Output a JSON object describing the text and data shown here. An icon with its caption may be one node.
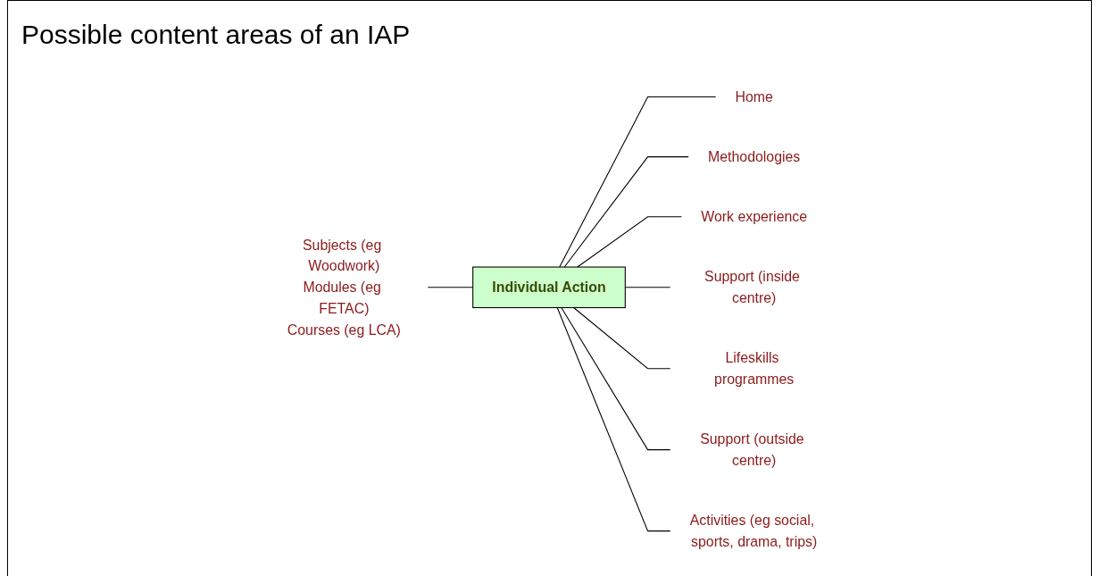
{
  "diagram": {
    "title": "Possible content areas of an IAP",
    "nodes": [
      {
        "text": [
          "Home"
        ]
      },
      {
        "text": [
          "Methodologies"
        ]
      },
      {
        "text": [
          "Subjects (eg Woodwork)",
          "Modules (eg FETAC)",
          "Courses (eg LCA)"
        ]
      },
      {
        "text": [
          "Work experience"
        ]
      },
      {
        "text": [
          "Individual Action"
        ]
      },
      {
        "text": [
          "Support (inside centre)"
        ]
      },
      {
        "text": [
          "Lifeskills programmes"
        ]
      },
      {
        "text": [
          "Support (outside centre)"
        ]
      },
      {
        "text": [
          "Activities (eg social, sports, drama, trips)"
        ]
      }
    ],
    "edges": [
      {
        "from": 4,
        "to": 0,
        "arrow": "none"
      },
      {
        "from": 4,
        "to": 1,
        "arrow": "none"
      },
      {
        "from": 2,
        "to": 4,
        "arrow": "none"
      },
      {
        "from": 4,
        "to": 3,
        "arrow": "none"
      },
      {
        "from": 4,
        "to": 5,
        "arrow": "none"
      },
      {
        "from": 4,
        "to": 6,
        "arrow": "none"
      },
      {
        "from": 4,
        "to": 7,
        "arrow": "none"
      },
      {
        "from": 4,
        "to": 8,
        "arrow": "none"
      }
    ]
  }
}
